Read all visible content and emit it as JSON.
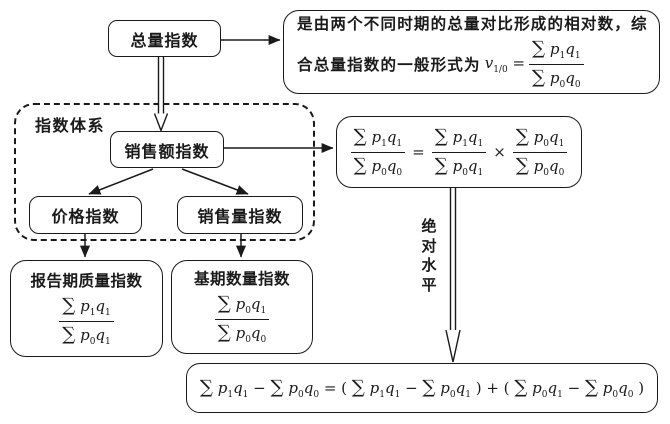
{
  "nodes": {
    "total": "总量指数",
    "sales": "销售额指数",
    "price": "价格指数",
    "volume": "销售量指数",
    "quality_title": "报告期质量指数",
    "quantity_title": "基期数量指数"
  },
  "groups": {
    "system_label": "指数体系"
  },
  "labels": {
    "absolute_level": "绝对水平"
  },
  "definition": {
    "line1": "是由两个不同时期的总量对比形成的相对数，综",
    "line2_prefix": "合总量指数的一般形式为",
    "lhs": "v_{1/0} =",
    "frac": {
      "num": "∑ p_1q_1",
      "den": "∑ p_0q_0"
    }
  },
  "equation": {
    "f1": {
      "num": "∑ p_1q_1",
      "den": "∑ p_0q_0"
    },
    "op_equals": "=",
    "f2": {
      "num": "∑ p_1q_1",
      "den": "∑ p_0q_1"
    },
    "op_times": "×",
    "f3": {
      "num": "∑ p_0q_1",
      "den": "∑ p_0q_0"
    }
  },
  "quality": {
    "frac": {
      "num": "∑ p_1q_1",
      "den": "∑ p_0q_1"
    }
  },
  "quantity": {
    "frac": {
      "num": "∑ p_0q_1",
      "den": "∑ p_0q_0"
    }
  },
  "bottom_formula": "∑ p_1q_1 − ∑ p_0q_0 = ( ∑ p_1q_1 − ∑ p_0q_1 ) + ( ∑ p_0q_1 − ∑ p_0q_0 )",
  "colors": {
    "ink": "#1a1a1a",
    "background": "#ffffff"
  }
}
